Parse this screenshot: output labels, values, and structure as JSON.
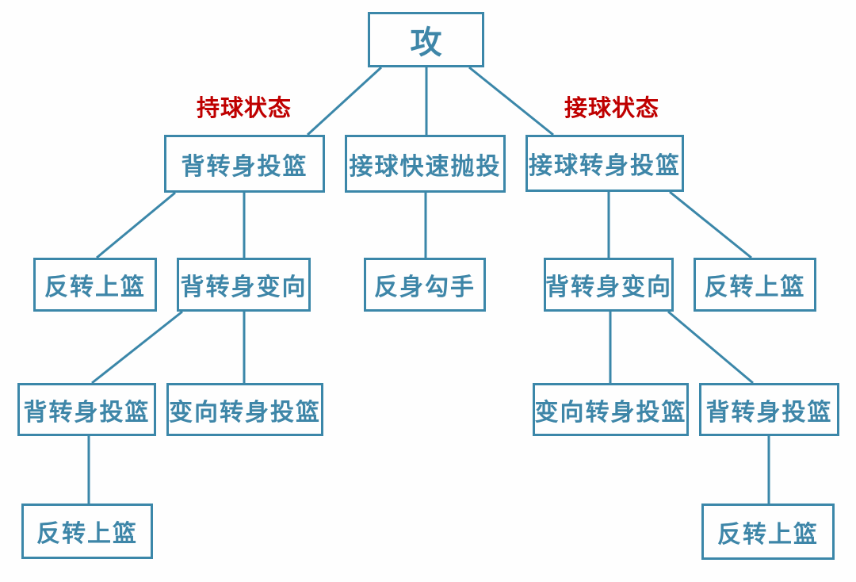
{
  "diagram": {
    "type": "tree",
    "topic": "basketball-offense-moves",
    "colors": {
      "accent": "#3B87A9",
      "node_text": "#3E86A8",
      "state_label_text": "#BF0000",
      "background": "#FEFEFE"
    },
    "state_labels": [
      {
        "id": "holding-ball-state",
        "text": "持球状态"
      },
      {
        "id": "catching-ball-state",
        "text": "接球状态"
      }
    ],
    "nodes": [
      {
        "id": "root",
        "text": "攻"
      },
      {
        "id": "hold-back-turn-shot",
        "text": "背转身投篮"
      },
      {
        "id": "catch-quick-floater",
        "text": "接球快速抛投"
      },
      {
        "id": "catch-turn-shot",
        "text": "接球转身投篮"
      },
      {
        "id": "left-reverse-layup",
        "text": "反转上篮"
      },
      {
        "id": "left-back-turn-crossover",
        "text": "背转身变向"
      },
      {
        "id": "reverse-hook",
        "text": "反身勾手"
      },
      {
        "id": "right-back-turn-crossover",
        "text": "背转身变向"
      },
      {
        "id": "right-reverse-layup",
        "text": "反转上篮"
      },
      {
        "id": "left-level4-back-turn-shot",
        "text": "背转身投篮"
      },
      {
        "id": "left-crossover-turn-shot",
        "text": "变向转身投篮"
      },
      {
        "id": "right-crossover-turn-shot",
        "text": "变向转身投篮"
      },
      {
        "id": "right-level4-back-turn-shot",
        "text": "背转身投篮"
      },
      {
        "id": "left-level5-reverse-layup",
        "text": "反转上篮"
      },
      {
        "id": "right-level5-reverse-layup",
        "text": "反转上篮"
      }
    ],
    "edges": [
      [
        "root",
        "hold-back-turn-shot"
      ],
      [
        "root",
        "catch-quick-floater"
      ],
      [
        "root",
        "catch-turn-shot"
      ],
      [
        "hold-back-turn-shot",
        "left-reverse-layup"
      ],
      [
        "hold-back-turn-shot",
        "left-back-turn-crossover"
      ],
      [
        "catch-quick-floater",
        "reverse-hook"
      ],
      [
        "catch-turn-shot",
        "right-back-turn-crossover"
      ],
      [
        "catch-turn-shot",
        "right-reverse-layup"
      ],
      [
        "left-back-turn-crossover",
        "left-level4-back-turn-shot"
      ],
      [
        "left-back-turn-crossover",
        "left-crossover-turn-shot"
      ],
      [
        "right-back-turn-crossover",
        "right-crossover-turn-shot"
      ],
      [
        "right-back-turn-crossover",
        "right-level4-back-turn-shot"
      ],
      [
        "left-level4-back-turn-shot",
        "left-level5-reverse-layup"
      ],
      [
        "right-level4-back-turn-shot",
        "right-level5-reverse-layup"
      ]
    ]
  }
}
